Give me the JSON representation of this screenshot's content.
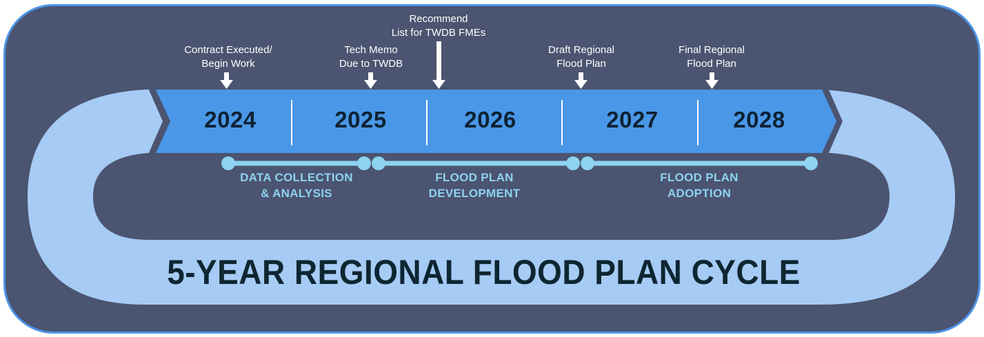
{
  "title": "5-YEAR REGIONAL FLOOD PLAN CYCLE",
  "colors": {
    "background": "#4b5470",
    "frame_border": "#4a93e6",
    "track": "#a6cbf4",
    "arrow_band": "#4a97e8",
    "phase_line": "#8ed3f0",
    "year_text": "#0d2233",
    "title_text": "#0e2631",
    "milestone_text": "#ffffff"
  },
  "years": [
    {
      "label": "2024"
    },
    {
      "label": "2025"
    },
    {
      "label": "2026"
    },
    {
      "label": "2027"
    },
    {
      "label": "2028"
    }
  ],
  "milestones": [
    {
      "line1": "Contract Executed/",
      "line2": "Begin Work"
    },
    {
      "line1": "Tech Memo",
      "line2": "Due to TWDB"
    },
    {
      "line1": "Recommend",
      "line2": "List for TWDB FMEs"
    },
    {
      "line1": "Draft Regional",
      "line2": "Flood Plan"
    },
    {
      "line1": "Final Regional",
      "line2": "Flood Plan"
    }
  ],
  "phases": [
    {
      "line1": "DATA COLLECTION",
      "line2": "& ANALYSIS"
    },
    {
      "line1": "FLOOD PLAN",
      "line2": "DEVELOPMENT"
    },
    {
      "line1": "FLOOD PLAN",
      "line2": "ADOPTION"
    }
  ]
}
